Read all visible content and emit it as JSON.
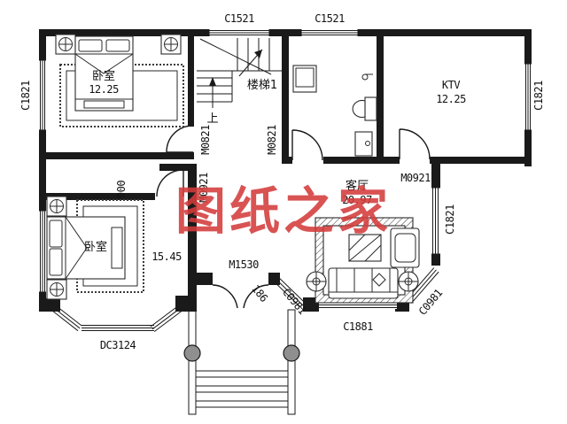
{
  "watermark": {
    "text": "图纸之家",
    "color": "#d43c3c"
  },
  "rooms": {
    "bedroom_top": {
      "name": "卧室",
      "area": "12.25"
    },
    "bedroom_bottom": {
      "name": "卧室",
      "area": "15.45"
    },
    "ktv": {
      "name": "KTV",
      "area": "12.25"
    },
    "living": {
      "name": "客厅",
      "area": "20.97"
    },
    "stair": {
      "name": "楼梯1",
      "up_label": "上"
    }
  },
  "openings": {
    "window_top_left": "C1521",
    "window_top_mid": "C1521",
    "window_left": "C1821",
    "window_ktv_right": "C1821",
    "window_living_right": "C1821",
    "door_bedroom_top": "M0821",
    "door_bathroom": "M0821",
    "door_bedroom_bottom": "M0921",
    "door_ktv": "M0921",
    "door_entry": "M1530",
    "bay_bedroom": "DC3124",
    "bay_living_front": "C1881",
    "bay_living_left": "C0981",
    "bay_living_right": "C0981"
  },
  "dimensions": {
    "bed_offset": "900",
    "entry_angle": "186"
  }
}
